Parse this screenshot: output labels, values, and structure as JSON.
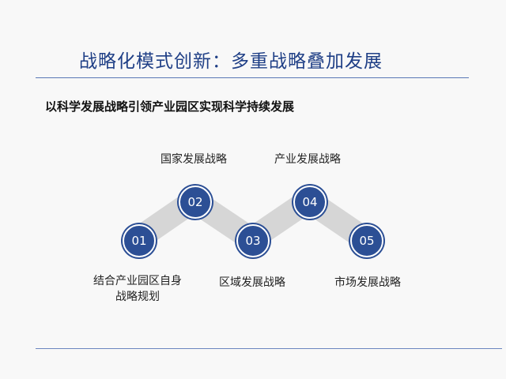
{
  "title": "战略化模式创新：多重战略叠加发展",
  "subtitle": "以科学发展战略引领产业园区实现科学持续发展",
  "nodes": [
    {
      "num": "01",
      "label": "结合产业园区自身",
      "label2": "战略规划"
    },
    {
      "num": "02",
      "label": "国家发展战略",
      "label2": ""
    },
    {
      "num": "03",
      "label": "区域发展战略",
      "label2": ""
    },
    {
      "num": "04",
      "label": "产业发展战略",
      "label2": ""
    },
    {
      "num": "05",
      "label": "市场发展战略",
      "label2": ""
    }
  ],
  "colors": {
    "accent": "#2c4f95",
    "band": "#d9d9d9",
    "title": "#1f3f86"
  }
}
